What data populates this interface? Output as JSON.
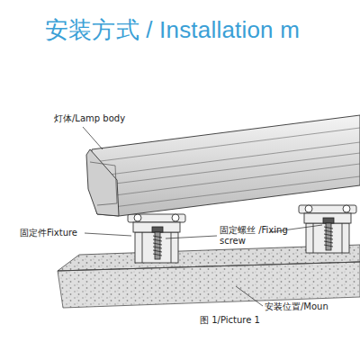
{
  "diagram": {
    "title": "安装方式 / Installation m",
    "caption": "图 1/Picture 1",
    "labels": [
      "灯体/Lamp body",
      "固定件Fixture",
      "固定螺丝 /Fixing screw",
      "安装位置/Moun"
    ]
  }
}
